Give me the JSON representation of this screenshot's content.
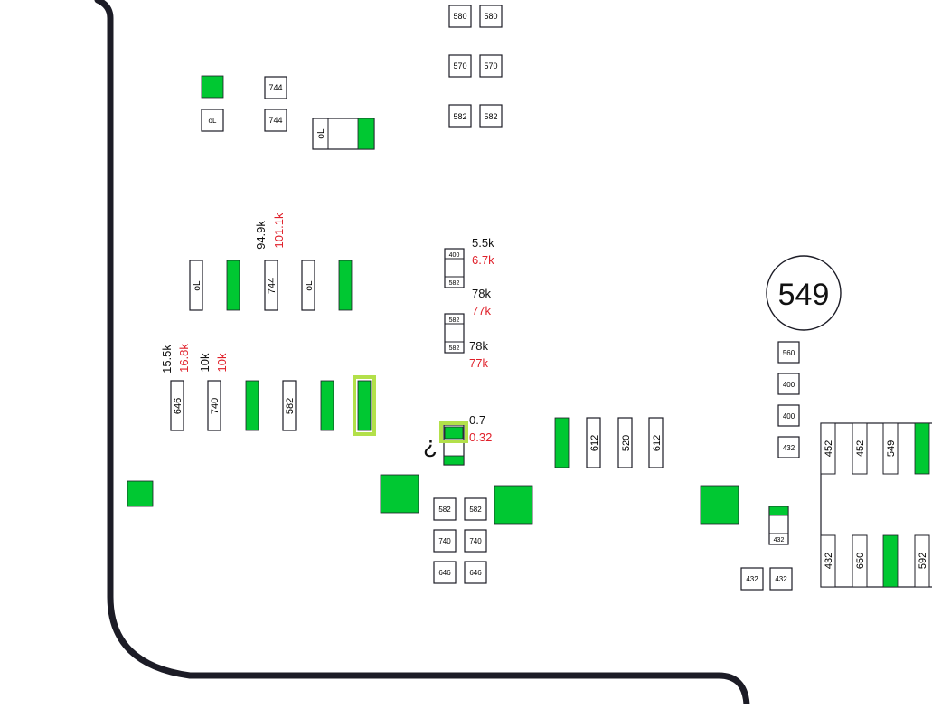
{
  "colors": {
    "outline": "#1c1c26",
    "component_fill": "#ffffff",
    "pad_green": "#00c832",
    "highlight": "#b3e04a",
    "primary_reading": "#111111",
    "secondary_reading": "#e0202a"
  },
  "board": {
    "large_circle_label": "549",
    "unknown_marker": "?"
  },
  "top_column": [
    {
      "left": "580",
      "right": "580"
    },
    {
      "left": "570",
      "right": "570"
    },
    {
      "left": "582",
      "right": "582"
    }
  ],
  "top_left": {
    "pad_label": "oL",
    "box_upper": "744",
    "box_lower": "744",
    "horizontal_part": "oL"
  },
  "row1": {
    "parts": [
      "oL",
      "",
      "744",
      "oL",
      ""
    ],
    "measure_primary": "94.9k",
    "measure_secondary": "101.1k"
  },
  "row2": {
    "parts": [
      "646",
      "740",
      "",
      "582",
      "",
      ""
    ],
    "measure1_primary": "15.5k",
    "measure1_secondary": "16.8k",
    "measure2_primary": "10k",
    "measure2_secondary": "10k"
  },
  "center_stack": {
    "part1_top": "400",
    "part1_bottom": "582",
    "part2_top": "582",
    "part2_bottom": "582",
    "m1_primary": "5.5k",
    "m1_secondary": "6.7k",
    "m2_primary": "78k",
    "m2_secondary": "77k",
    "m3_primary": "78k",
    "m3_secondary": "77k",
    "m4_primary": "0.7",
    "m4_secondary": "0.32"
  },
  "bottom_grid": [
    {
      "left": "582",
      "right": "582"
    },
    {
      "left": "740",
      "right": "740"
    },
    {
      "left": "646",
      "right": "646"
    }
  ],
  "middle_vertical": [
    "",
    "612",
    "520",
    "612"
  ],
  "right_column": [
    "560",
    "400",
    "400",
    "432"
  ],
  "right_small": {
    "part": "432",
    "box_left": "432",
    "box_right": "432"
  },
  "connector": {
    "top_row": [
      "452",
      "452",
      "549",
      ""
    ],
    "bottom_row": [
      "432",
      "650",
      "",
      "592"
    ]
  }
}
